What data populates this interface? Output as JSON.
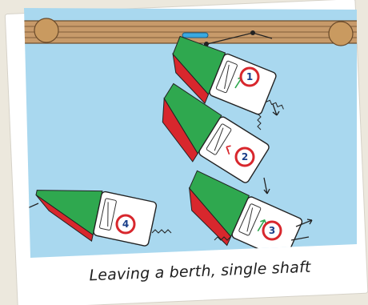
{
  "caption": "Leaving a berth, single shaft",
  "steps": [
    {
      "number": "1"
    },
    {
      "number": "2"
    },
    {
      "number": "3"
    },
    {
      "number": "4"
    }
  ],
  "colors": {
    "water": "#a9d8ef",
    "pier": "#c79a6a",
    "bow_port": "#d8272d",
    "bow_starboard": "#2fa84f",
    "badge_ring": "#d8272d",
    "badge_text": "#1a3f8a",
    "fender": "#3aa9e0"
  }
}
